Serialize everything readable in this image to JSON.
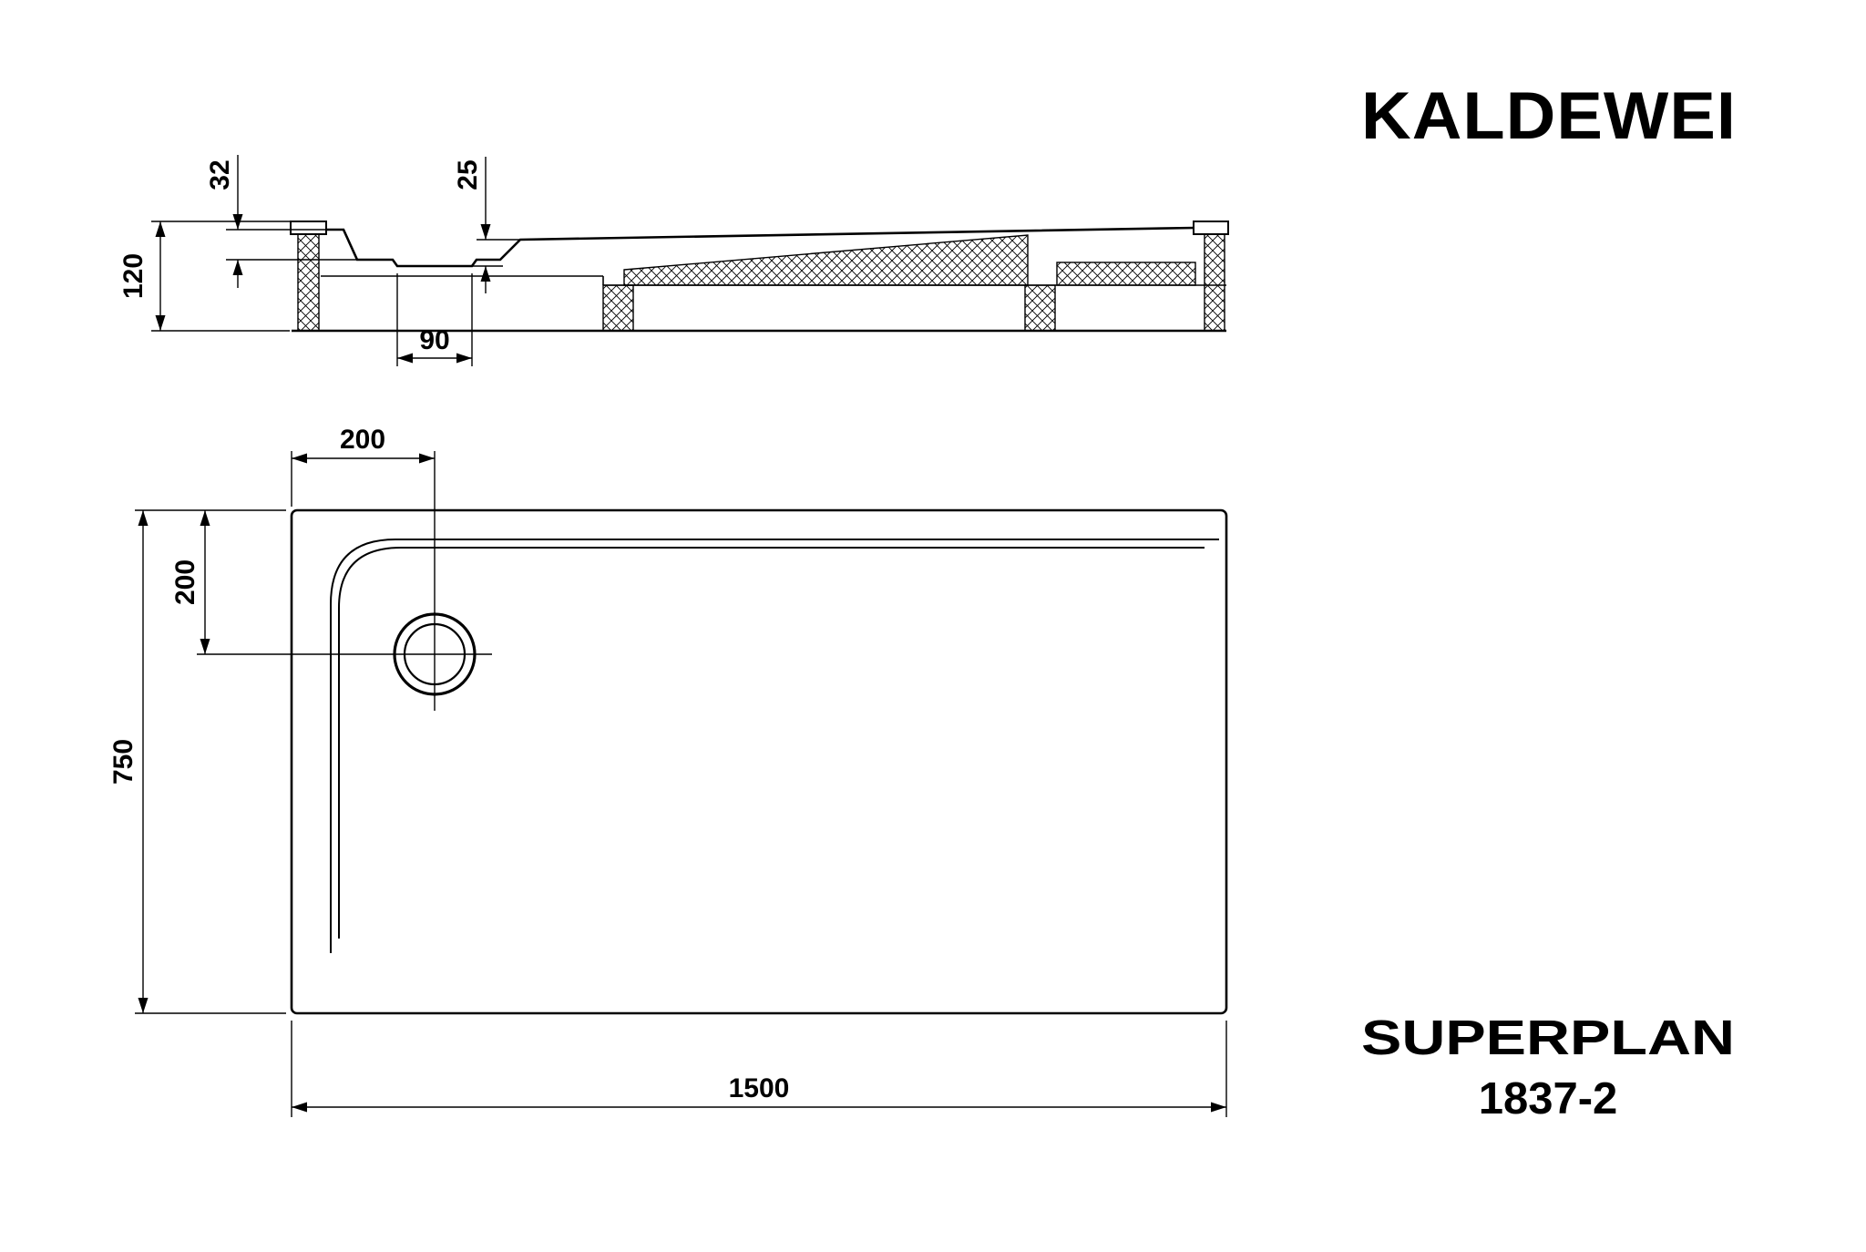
{
  "brand": {
    "logo": "KALDEWEI"
  },
  "product": {
    "name": "SUPERPLAN",
    "model": "1837-2"
  },
  "section_view": {
    "dimensions": {
      "rim_depth_mm": "32",
      "drain_recess_depth_mm": "25",
      "total_height_mm": "120",
      "drain_width_mm": "90"
    }
  },
  "plan_view": {
    "dimensions": {
      "drain_offset_from_left_mm": "200",
      "drain_offset_from_top_mm": "200",
      "tray_length_mm": "1500",
      "tray_width_mm": "750"
    }
  }
}
